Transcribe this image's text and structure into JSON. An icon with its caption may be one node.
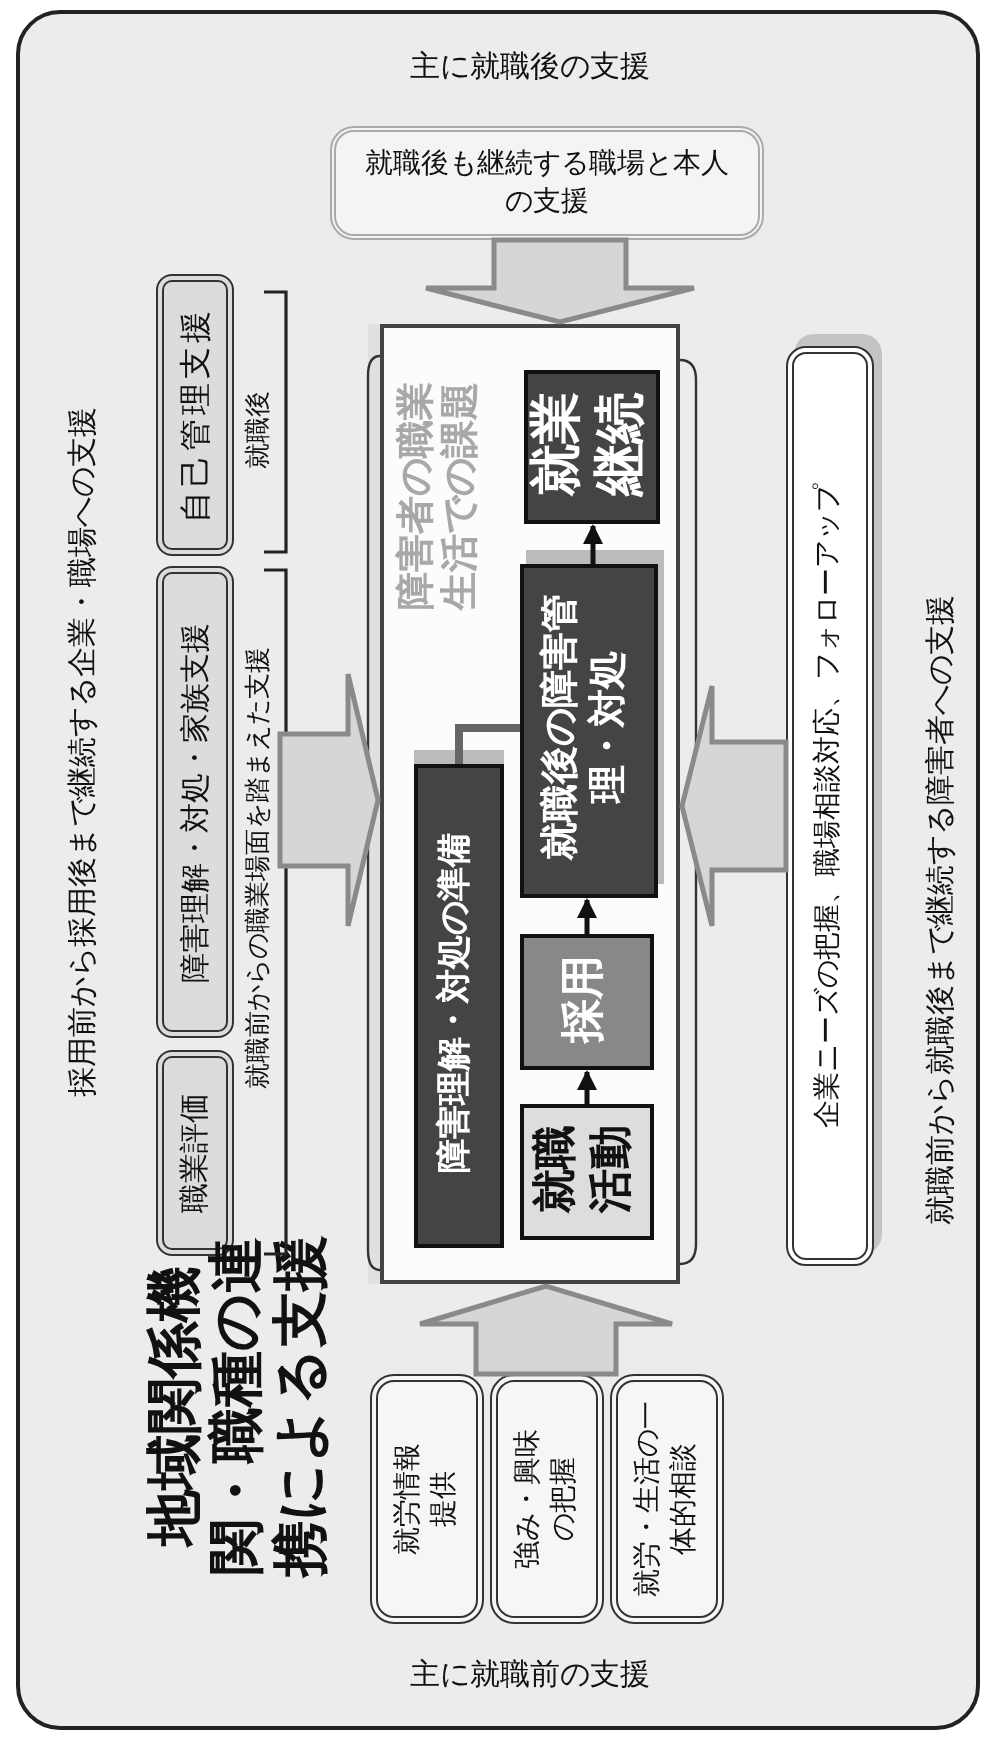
{
  "diagram": {
    "title": "地域関係機関・職種の連携による支援",
    "nodes": [
      {
        "text": [
          "職業評価"
        ]
      },
      {
        "text": [
          "障害理解・対処・家族支援"
        ]
      },
      {
        "text": [
          "自己管理支援"
        ],
        "beside": [
          "就職後"
        ]
      },
      {
        "text": [
          "就労情報提供"
        ]
      },
      {
        "text": [
          "強み・興味の把握"
        ]
      },
      {
        "text": [
          "就労・生活の一体的相談"
        ]
      },
      {
        "text": [
          "就職後も継続する職場と本人の支援"
        ]
      },
      {
        "text": [
          "障害者の職業生活での課題"
        ]
      },
      {
        "text": [
          "就業継続"
        ],
        "in": 7
      },
      {
        "text": [
          "就職後の障害管理・対処"
        ],
        "in": 7
      },
      {
        "text": [
          "採用"
        ],
        "in": 7
      },
      {
        "text": [
          "就職活動"
        ],
        "in": 7
      },
      {
        "text": [
          "障害理解・対処の準備"
        ],
        "in": 7
      },
      {
        "text": [
          "企業ニーズの把握、職場相談対応、フォローアップ"
        ]
      }
    ],
    "edges": [
      {
        "from": 11,
        "to": 10,
        "arrow": "to"
      },
      {
        "from": 10,
        "to": 9,
        "arrow": "to"
      },
      {
        "from": 9,
        "to": 8,
        "arrow": "to"
      },
      {
        "from": 12,
        "to": 9,
        "arrow": "none"
      },
      {
        "from": 0,
        "to": 7,
        "arrow": "to"
      },
      {
        "from": 1,
        "to": 7,
        "arrow": "to"
      },
      {
        "from": 3,
        "to": 7,
        "arrow": "to"
      },
      {
        "from": 4,
        "to": 7,
        "arrow": "to"
      },
      {
        "from": 5,
        "to": 7,
        "arrow": "to"
      },
      {
        "from": 6,
        "to": 7,
        "arrow": "to"
      },
      {
        "from": 13,
        "to": 7,
        "arrow": "to"
      }
    ],
    "labels": [
      "採用前から採用後まで継続する企業・職場への支援",
      "就職前からの職業場面を踏まえた支援",
      "主に就職後の支援",
      "主に就職前の支援",
      "就職前から就職後まで継続する障害者への支援"
    ]
  }
}
